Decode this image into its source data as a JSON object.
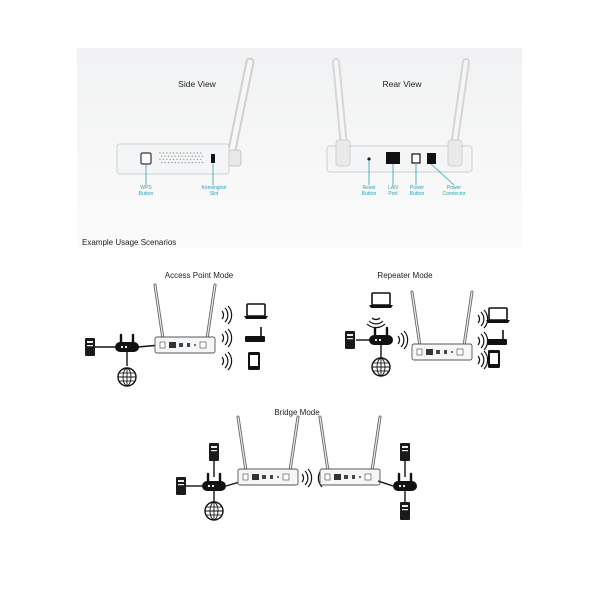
{
  "side_view": {
    "title": "Side View",
    "callouts": [
      {
        "line1": "WPS",
        "line2": "Button"
      },
      {
        "line1": "Kensington",
        "line2": "Slot"
      }
    ]
  },
  "rear_view": {
    "title": "Rear View",
    "callouts": [
      {
        "line1": "Reset",
        "line2": "Button"
      },
      {
        "line1": "LAN",
        "line2": "Port"
      },
      {
        "line1": "Power",
        "line2": "Button"
      },
      {
        "line1": "Power",
        "line2": "Connector"
      }
    ]
  },
  "scenarios": {
    "heading": "Example Usage Scenarios",
    "modes": [
      {
        "title": "Access Point Mode"
      },
      {
        "title": "Repeater Mode"
      },
      {
        "title": "Bridge Mode"
      }
    ]
  },
  "colors": {
    "accent": "#2aa3b3",
    "device": "#f4f6f7",
    "outline": "#555555"
  },
  "icons": [
    "access-point-icon",
    "router-icon",
    "desktop-pc-icon",
    "globe-icon",
    "laptop-icon",
    "phone-icon",
    "wifi-waves-icon"
  ]
}
